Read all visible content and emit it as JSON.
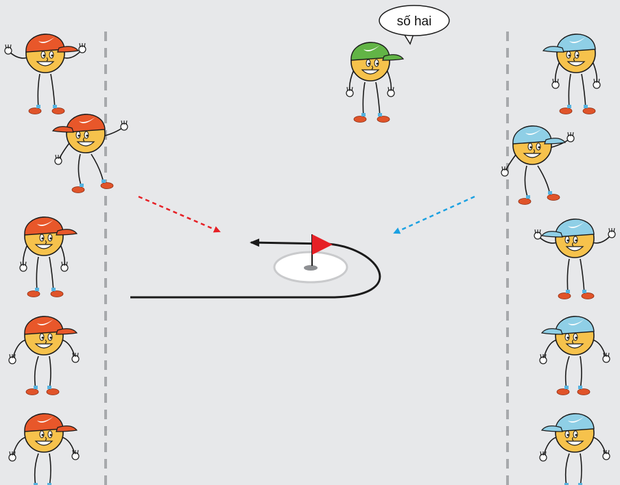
{
  "speech_bubble": {
    "text": "số hai"
  },
  "colors": {
    "background": "#e7e8ea",
    "dashed_line": "#a7a9ac",
    "team_left_cap": "#e8572a",
    "team_right_cap": "#8fcfe6",
    "caller_cap": "#62b446",
    "face": "#f6c24c",
    "shoe": "#e0542a",
    "sock": "#55b3e0",
    "flag": "#e62026",
    "arrow_red": "#e62026",
    "arrow_blue": "#1ba1e2",
    "path": "#1a1a1a",
    "hole_ring": "#c9cacc",
    "hole_fill": "#ffffff"
  },
  "players": {
    "team_left": [
      {
        "pose": "wave"
      },
      {
        "pose": "run"
      },
      {
        "pose": "stand"
      },
      {
        "pose": "cheer"
      },
      {
        "pose": "cheer"
      }
    ],
    "team_right": [
      {
        "pose": "stand"
      },
      {
        "pose": "run"
      },
      {
        "pose": "wave"
      },
      {
        "pose": "cheer"
      },
      {
        "pose": "cheer"
      }
    ],
    "caller": {
      "pose": "stand"
    }
  }
}
